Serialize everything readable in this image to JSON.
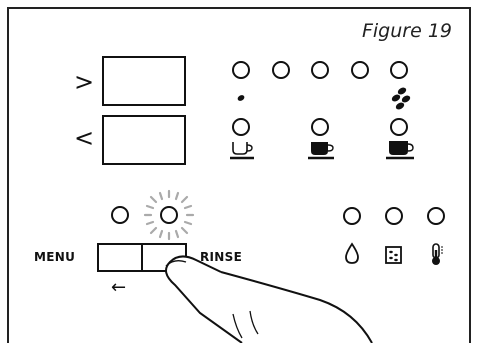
{
  "figure_caption": "Figure 19",
  "labels": {
    "menu": "MENU",
    "rinse": "RINSE"
  },
  "symbols": {
    "up_arrow": ">",
    "down_arrow": "<",
    "back_arrow": "←"
  },
  "indicators": {
    "rinse_led_state": "flashing"
  },
  "colors": {
    "stroke": "#111111",
    "background": "#ffffff"
  }
}
